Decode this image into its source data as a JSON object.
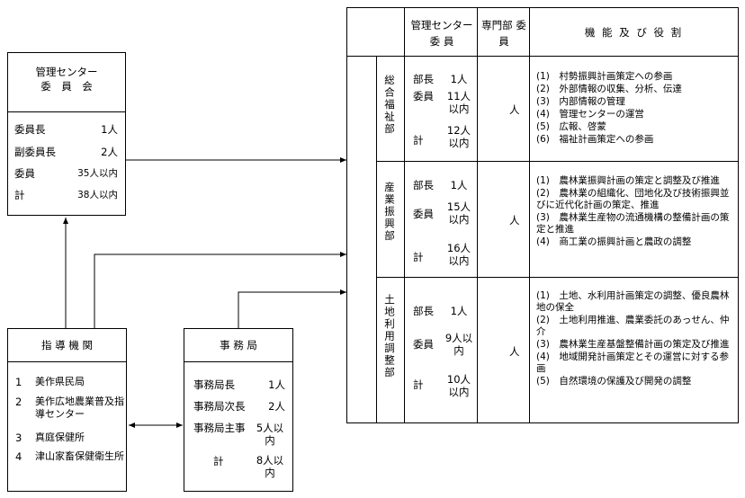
{
  "committee": {
    "title_line1": "管理センター",
    "title_line2": "委　員　会",
    "members": [
      {
        "label": "委員長",
        "value": "1人"
      },
      {
        "label": "副委員長",
        "value": "2人"
      },
      {
        "label": "委員",
        "value": "35人以内"
      },
      {
        "label": "計",
        "value": "38人以内"
      }
    ]
  },
  "guidance": {
    "title": "指 導 機 関",
    "items": [
      {
        "num": "1",
        "text": "美作県民局"
      },
      {
        "num": "2",
        "text": "美作広地農業普及指導センター"
      },
      {
        "num": "3",
        "text": "真庭保健所"
      },
      {
        "num": "4",
        "text": "津山家畜保健衛生所"
      }
    ]
  },
  "secretariat": {
    "title": "事 務 局",
    "rows": [
      {
        "label": "事務局長",
        "value": "1人"
      },
      {
        "label": "事務局次長",
        "value": "2人"
      },
      {
        "label": "事務局主事",
        "value": "5人以内"
      },
      {
        "label": "計",
        "value": "8人以内"
      }
    ]
  },
  "table": {
    "headers": {
      "center_members": "管理センター 委 員",
      "specialist": "専門部 委 員",
      "function": "機 能 及 び 役 割"
    },
    "departments": [
      {
        "name": "総合福祉部",
        "members": [
          {
            "label": "部長",
            "value": "1人"
          },
          {
            "label": "委員",
            "value": "11人以内"
          },
          {
            "label": "計",
            "value": "12人以内"
          }
        ],
        "specialist": "人",
        "functions": [
          "(1)　村勢振興計画策定への参画",
          "(2)　外部情報の収集、分析、伝達",
          "(3)　内部情報の管理",
          "(4)　管理センターの運営",
          "(5)　広報、啓蒙",
          "(6)　福祉計画策定への参画"
        ]
      },
      {
        "name": "産業振興部",
        "members": [
          {
            "label": "部長",
            "value": "1人"
          },
          {
            "label": "委員",
            "value": "15人以内"
          },
          {
            "label": "計",
            "value": "16人以内"
          }
        ],
        "specialist": "人",
        "functions": [
          "(1)　農林業振興計画の策定と調整及び推進",
          "(2)　農林業の組織化、団地化及び技術振興並びに近代化計画の策定、推進",
          "(3)　農林業生産物の流通機構の整備計画の策定と推進",
          "(4)　商工業の振興計画と農政の調整"
        ]
      },
      {
        "name": "土地利用調整部",
        "members": [
          {
            "label": "部長",
            "value": "1人"
          },
          {
            "label": "委員",
            "value": "9人以内"
          },
          {
            "label": "計",
            "value": "10人以内"
          }
        ],
        "specialist": "人",
        "functions": [
          "(1)　土地、水利用計画策定の調整、優良農林地の保全",
          "(2)　土地利用推進、農業委託のあっせん、仲介",
          "(3)　農林業生産基盤整備計画の策定及び推進",
          "(4)　地域開発計画策定とその運営に対する参画",
          "(5)　自然環境の保護及び開発の調整"
        ]
      }
    ]
  }
}
